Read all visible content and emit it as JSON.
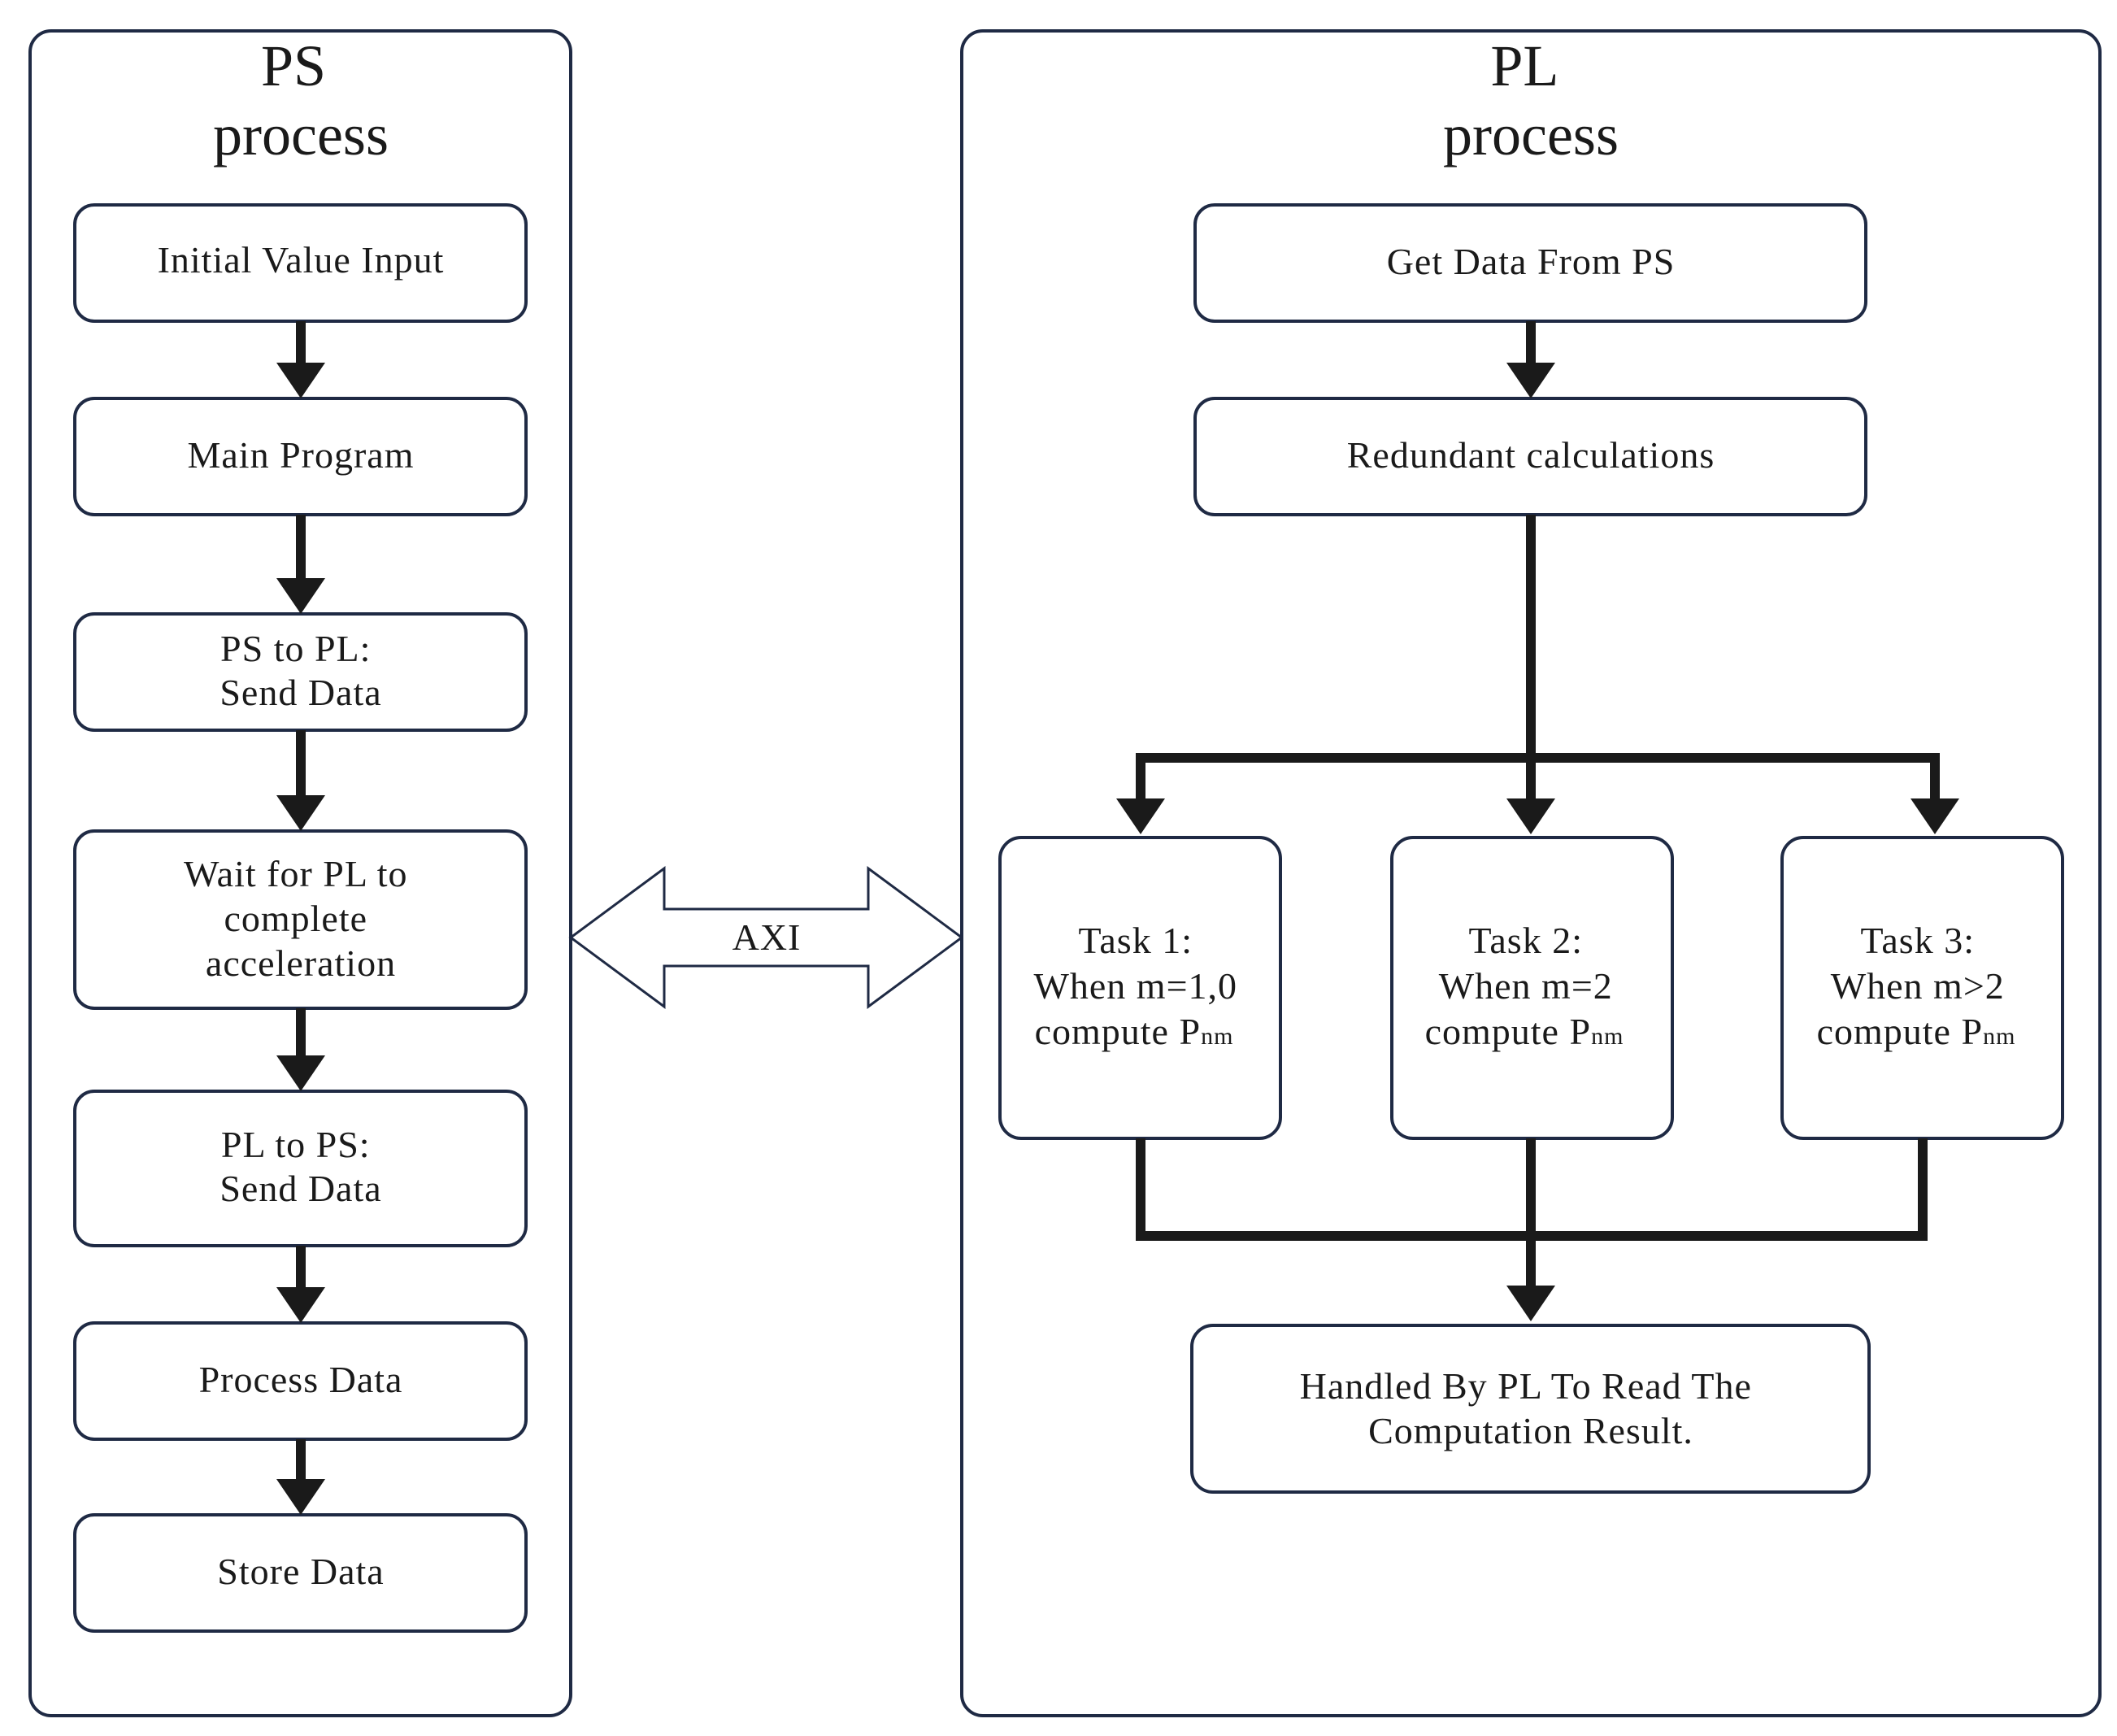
{
  "ps_panel": {
    "title_line1": "PS",
    "title_line2": "process",
    "steps": [
      {
        "lines": [
          "Initial Value Input"
        ]
      },
      {
        "lines": [
          "Main Program"
        ]
      },
      {
        "lines": [
          "PS to PL:",
          "Send Data"
        ]
      },
      {
        "lines": [
          "Wait for PL to",
          "complete",
          "acceleration"
        ]
      },
      {
        "lines": [
          "PL to PS:",
          "Send Data"
        ]
      },
      {
        "lines": [
          "Process Data"
        ]
      },
      {
        "lines": [
          "Store Data"
        ]
      }
    ]
  },
  "interface": {
    "label": "AXI"
  },
  "pl_panel": {
    "title_line1": "PL",
    "title_line2": "process",
    "get_data": "Get Data From PS",
    "redundant": "Redundant calculations",
    "tasks": [
      {
        "title": "Task 1:",
        "condition": "When m=1,0",
        "compute": "compute P",
        "subscript": "nm"
      },
      {
        "title": "Task 2:",
        "condition": "When m=2",
        "compute": "compute P",
        "subscript": "nm"
      },
      {
        "title": "Task 3:",
        "condition": "When m>2",
        "compute": "compute P",
        "subscript": "nm"
      }
    ],
    "result_lines": [
      "Handled By PL To Read The",
      "Computation Result."
    ]
  }
}
